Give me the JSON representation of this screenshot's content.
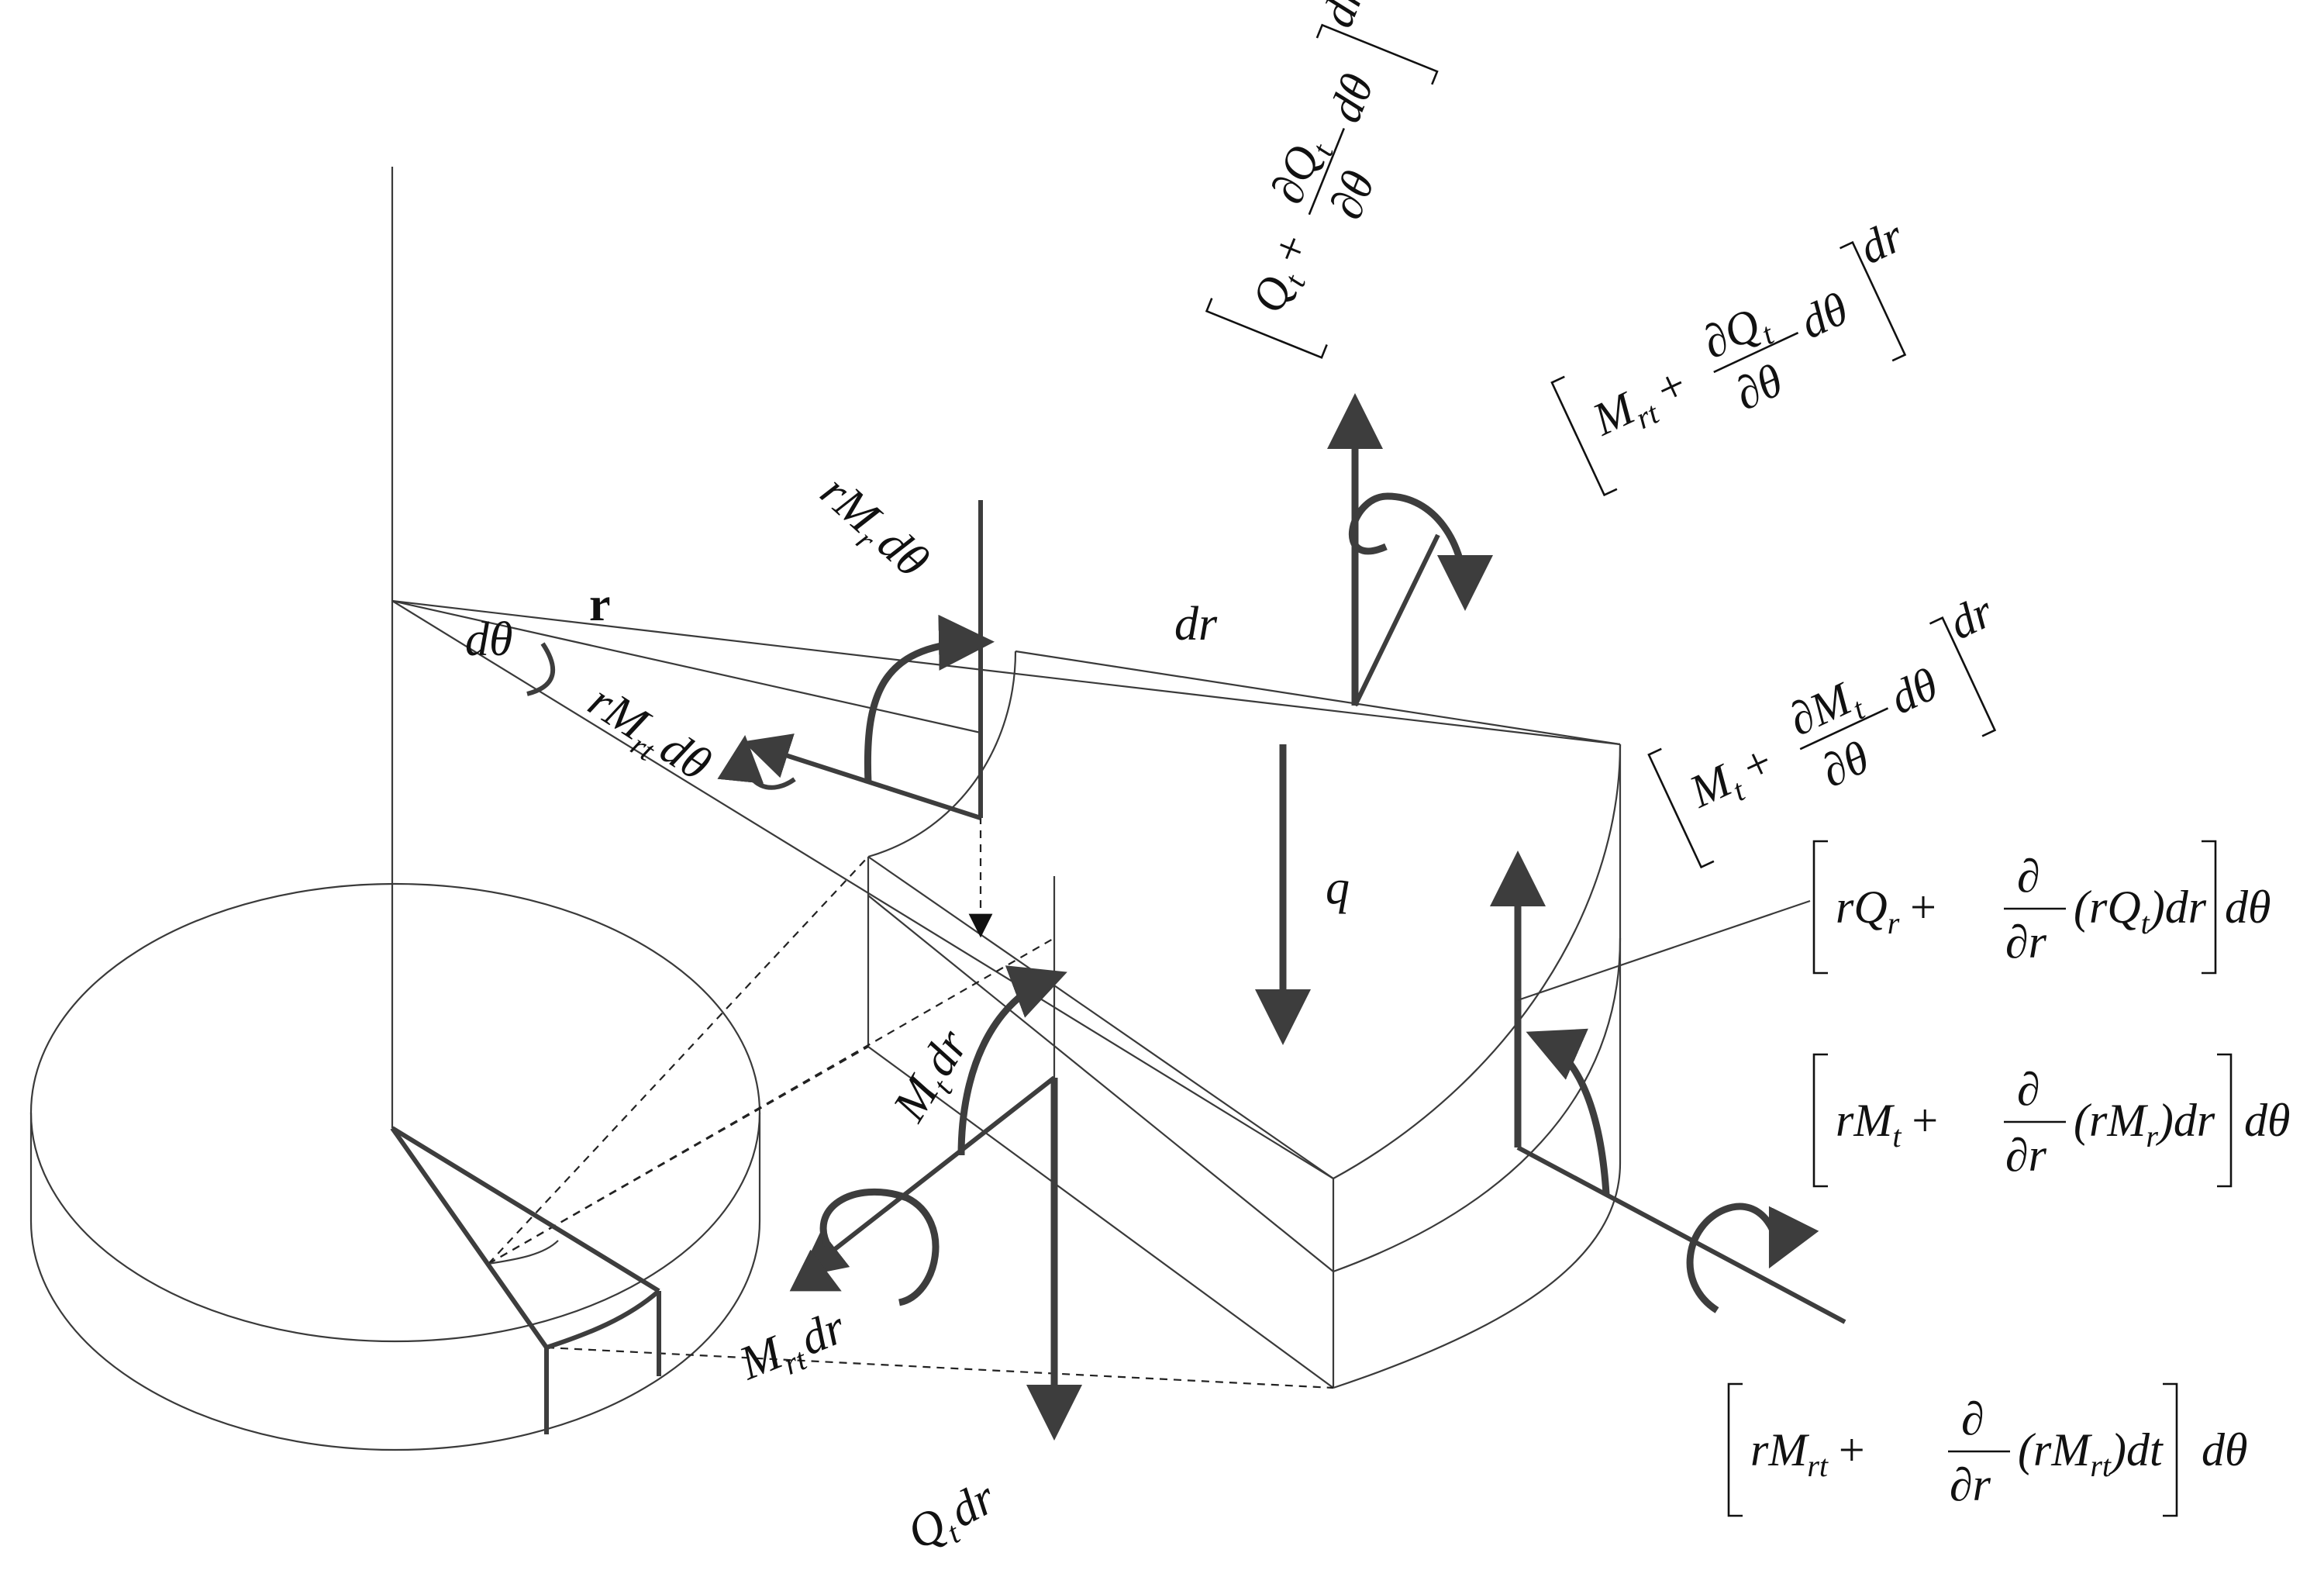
{
  "labels": {
    "r": "r",
    "dtheta": "dθ",
    "dr_top": "dr",
    "q": "q",
    "rMr_dtheta": "rM",
    "rMr_sub": "r",
    "rMr_tail": "dθ",
    "rMrt_dtheta": "rM",
    "rMrt_sub": "rt",
    "rMrt_tail": "dθ",
    "Mt_dr": "M",
    "Mt_sub": "t",
    "Mt_tail": "dr",
    "Mrt_dr": "M",
    "Mrt_sub": "rt",
    "Mrt_tail": "dr",
    "Qt_dr": "Q",
    "Qt_sub": "t",
    "Qt_tail": "dr"
  },
  "equations": {
    "eq1": {
      "lead": "Q",
      "lead_sub": "t",
      "plus": "+",
      "num": "∂Q",
      "num_sub": "t",
      "den": "∂θ",
      "mid": "dθ",
      "tail": "dr"
    },
    "eq2": {
      "lead": "M",
      "lead_sub": "rt",
      "plus": "+",
      "num": "∂Q",
      "num_sub": "t",
      "den": "∂θ",
      "mid": "dθ",
      "tail": "dr"
    },
    "eq3": {
      "lead": "M",
      "lead_sub": "t",
      "plus": "+",
      "num": "∂M",
      "num_sub": "t",
      "den": "∂θ",
      "mid": "dθ",
      "tail": "dr"
    },
    "eq4": {
      "lead": "rQ",
      "lead_sub": "r",
      "plus": "+",
      "num": "∂",
      "den": "∂r",
      "mid": "(rQ",
      "mid_sub": "t",
      "mid_tail": ")dr",
      "tail": "dθ"
    },
    "eq5": {
      "lead": "rM",
      "lead_sub": "t",
      "plus": "+",
      "num": "∂",
      "den": "∂r",
      "mid": "(rM",
      "mid_sub": "r",
      "mid_tail": ")dr",
      "tail": "dθ"
    },
    "eq6": {
      "lead": "rM",
      "lead_sub": "rt",
      "plus": "+",
      "num": "∂",
      "den": "∂r",
      "mid": "(rM",
      "mid_sub": "rt",
      "mid_tail": ")dt",
      "tail": "dθ"
    }
  }
}
